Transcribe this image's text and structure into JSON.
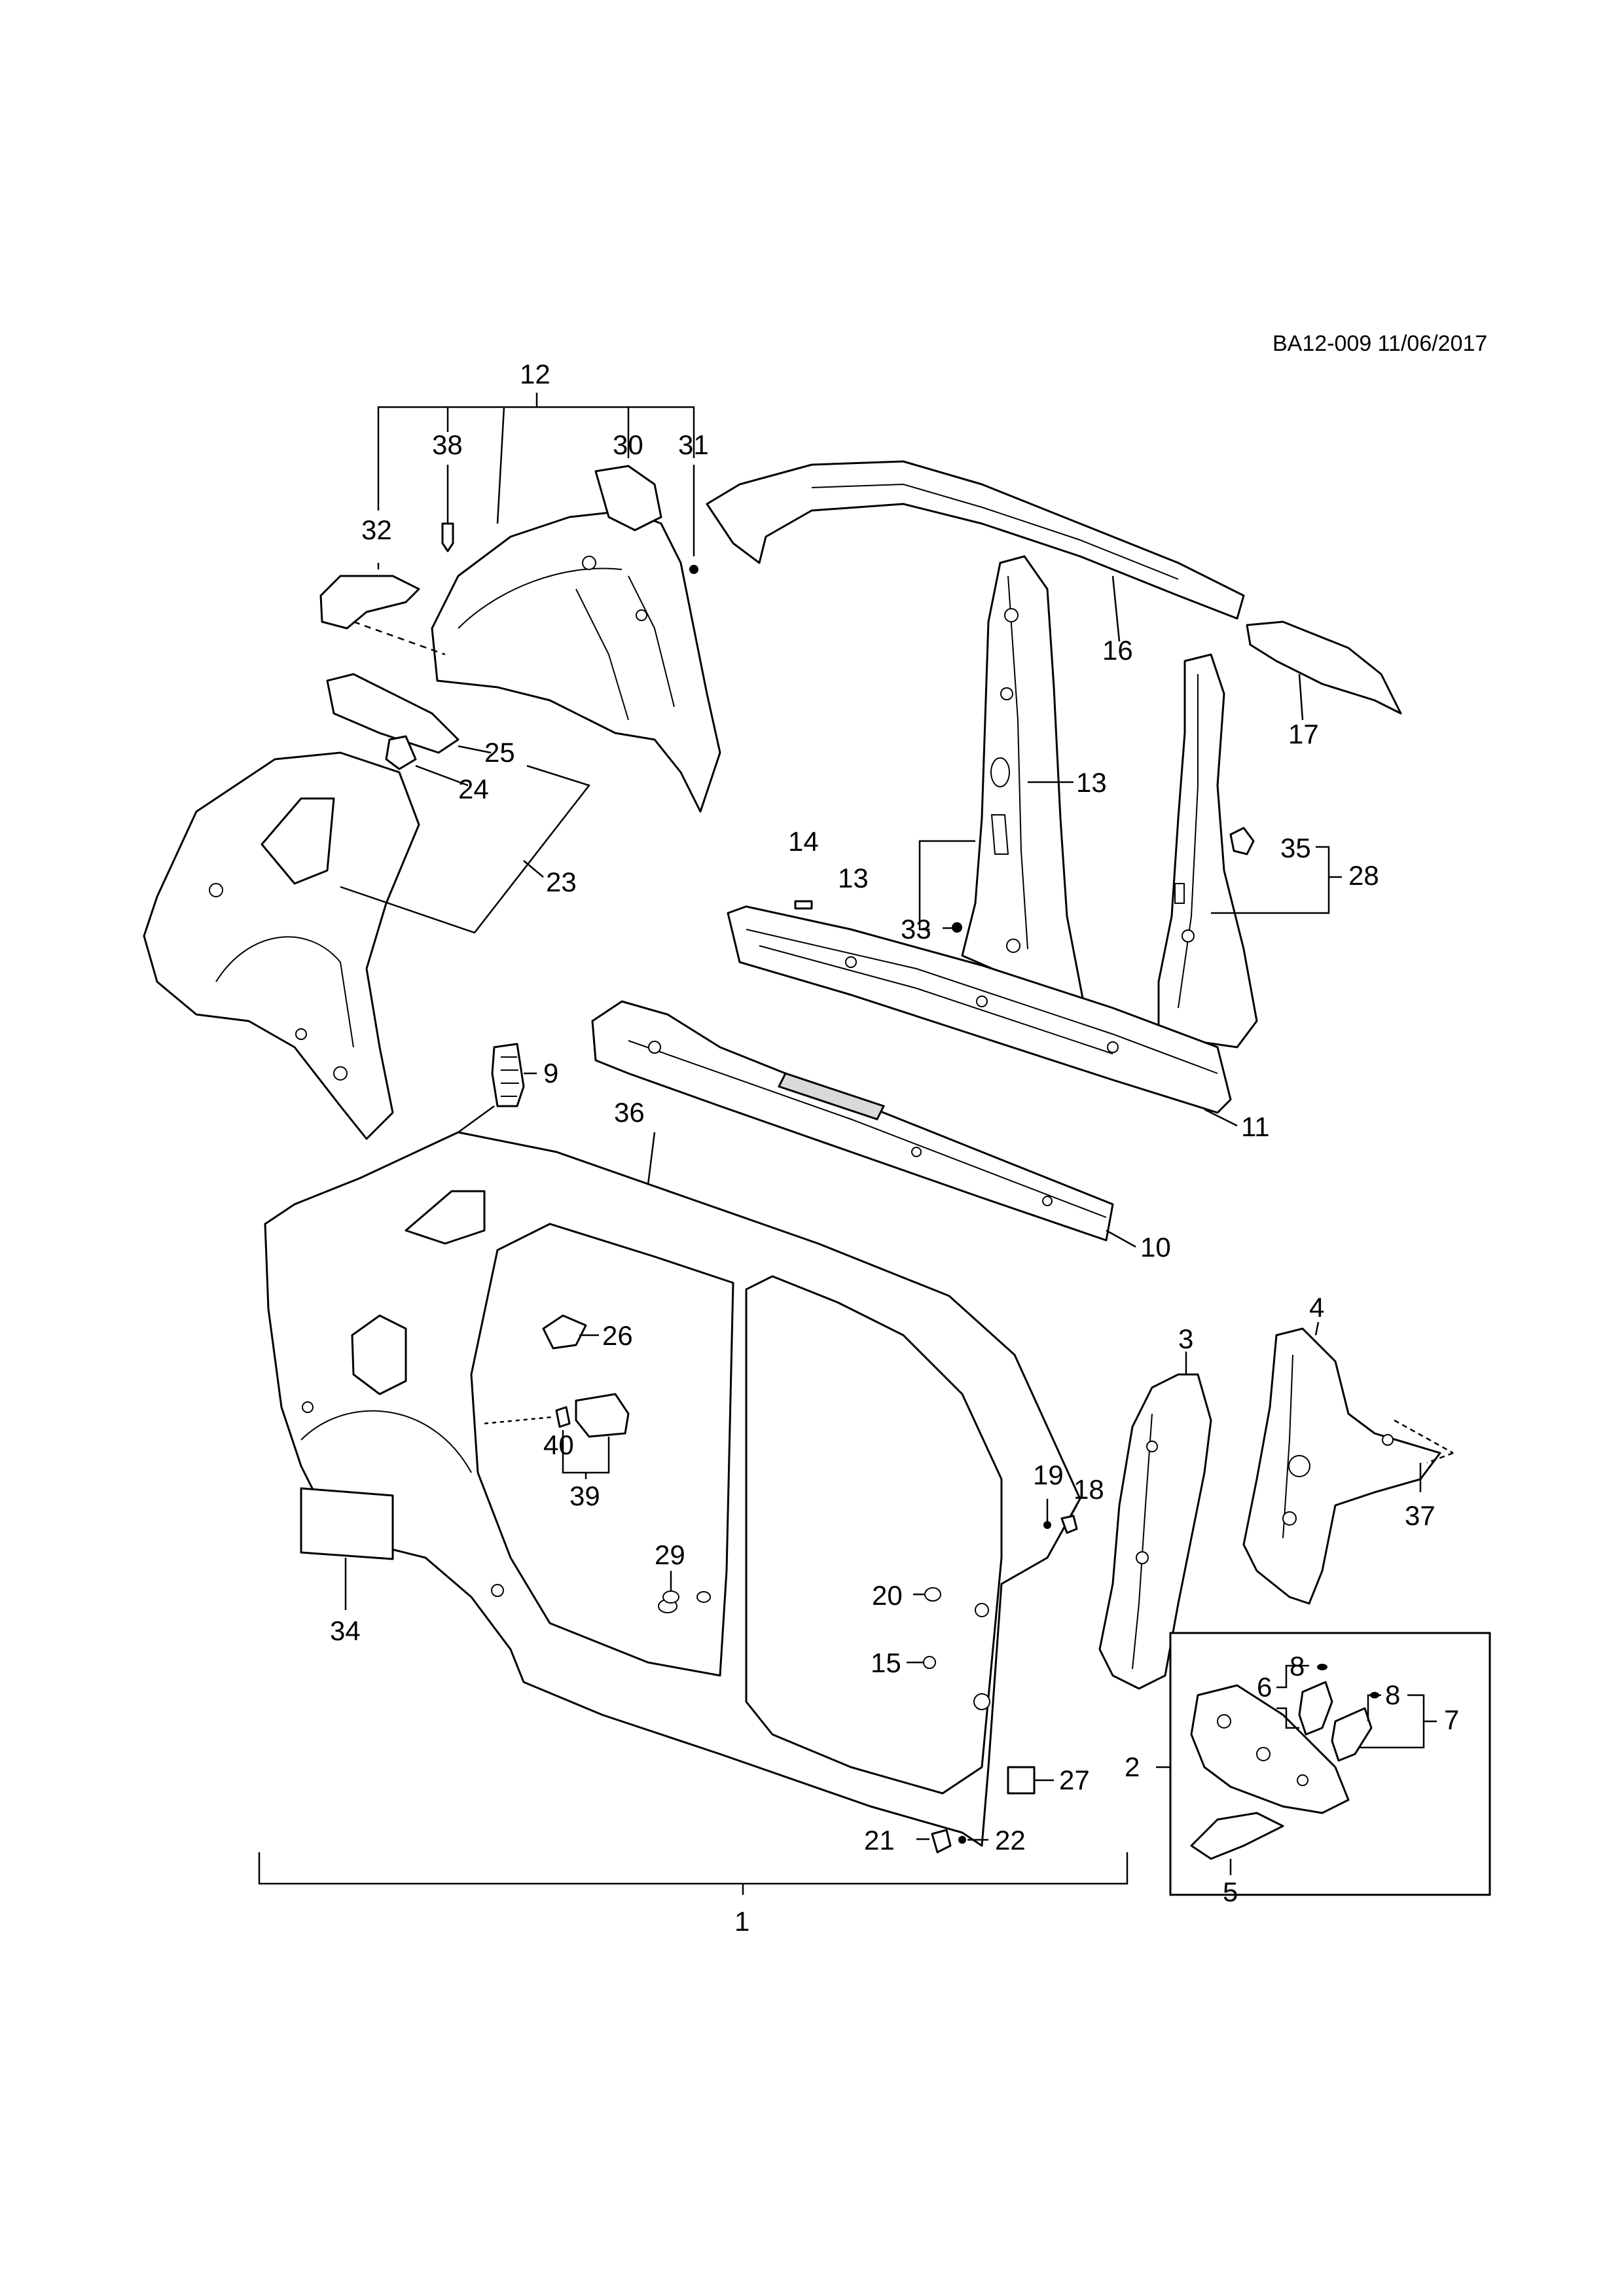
{
  "diagram_code": "BA12-009 11/06/2017",
  "callouts": {
    "c1": "1",
    "c2": "2",
    "c3": "3",
    "c4": "4",
    "c5": "5",
    "c6": "6",
    "c7": "7",
    "c8a": "8",
    "c8b": "8",
    "c9": "9",
    "c10": "10",
    "c11": "11",
    "c12": "12",
    "c13a": "13",
    "c13b": "13",
    "c14": "14",
    "c15": "15",
    "c16": "16",
    "c17": "17",
    "c18": "18",
    "c19": "19",
    "c20": "20",
    "c21": "21",
    "c22": "22",
    "c23": "23",
    "c24": "24",
    "c25": "25",
    "c26": "26",
    "c27": "27",
    "c28": "28",
    "c29": "29",
    "c30": "30",
    "c31": "31",
    "c32": "32",
    "c33": "33",
    "c34": "34",
    "c35": "35",
    "c36": "36",
    "c37": "37",
    "c38": "38",
    "c39": "39",
    "c40": "40"
  }
}
